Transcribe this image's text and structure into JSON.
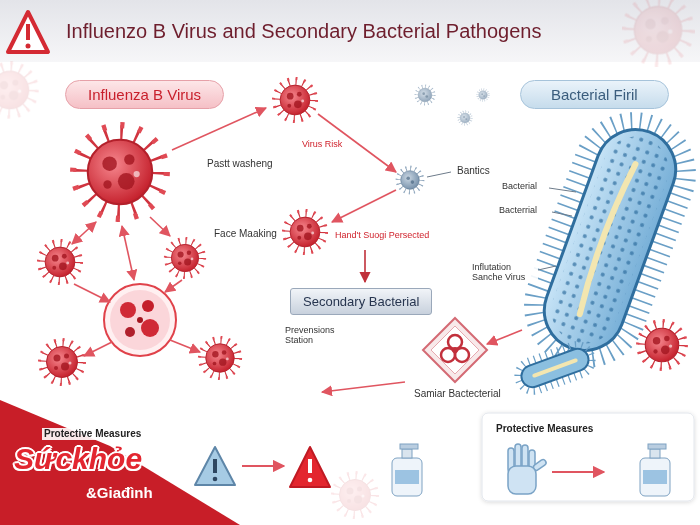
{
  "diagram": {
    "title": "Influenzo B Virus and Secondary Bacterial Pathogens",
    "nodes": [
      {
        "text": [
          "Influenza B Virus"
        ]
      },
      {
        "text": [
          "Bacterial Firil"
        ]
      },
      {
        "text": [
          "Secondary Bacterial"
        ]
      },
      {
        "text": [
          "Protective Measures"
        ]
      }
    ],
    "labels": [
      "Pastt washeng",
      "Face Maaking",
      "Virus Risk",
      "Bantics",
      "Hand't Suogi Persected",
      "Prevensions Station",
      "Bacterial",
      "Bacterrial",
      "Influtation Sanche Virus",
      "Samiar Bactecterial",
      "Protective Measures",
      "Sứckhỏe",
      "&Giađình"
    ]
  }
}
